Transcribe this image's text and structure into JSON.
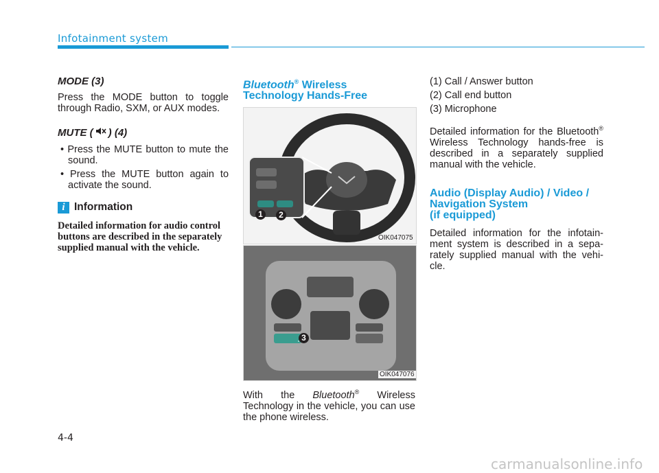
{
  "header": {
    "section": "Infotainment system"
  },
  "left": {
    "mode_title": "MODE (3)",
    "mode_text": "Press the MODE button to toggle through Radio, SXM, or AUX modes.",
    "mute_title_pre": "MUTE (",
    "mute_title_post": ") (4)",
    "mute_bullets": [
      "Press the MUTE button to mute the sound.",
      "Press the MUTE button again to activate the sound."
    ],
    "info_label": "Information",
    "info_icon_glyph": "i",
    "info_text": "Detailed information for audio control buttons are described in the separately supplied manual with the vehicle."
  },
  "middle": {
    "bt_title_italic": "Bluetooth",
    "bt_title_reg": "®",
    "bt_title_rest": " Wireless",
    "bt_title_line2": "Technology Hands-Free",
    "fig1_code": "OIK047075",
    "fig1_labels": [
      "1",
      "2"
    ],
    "fig2_code": "OIK047076",
    "fig2_label": "3",
    "text_pre": "With the ",
    "text_italic": "Bluetooth",
    "text_reg": "®",
    "text_post": " Wireless Technology in the vehicle, you can use the phone wireless."
  },
  "right": {
    "items": [
      "(1) Call / Answer button",
      "(2) Call end button",
      "(3) Microphone"
    ],
    "detail_pre": "Detailed information for the Bluetooth",
    "detail_reg": "®",
    "detail_post": " Wireless Technology hands-free is described in a separately supplied manual with the vehicle.",
    "audio_title": [
      "Audio (Display Audio) / Video /",
      "Navigation System",
      "(if equipped)"
    ],
    "audio_text": "Detailed information for the infotain-ment system is described in a sepa-rately supplied manual with the vehi-cle."
  },
  "footer": {
    "page_number": "4-4",
    "watermark": "carmanualsonline.info"
  },
  "colors": {
    "accent": "#1a9ad6",
    "text": "#231f20"
  }
}
